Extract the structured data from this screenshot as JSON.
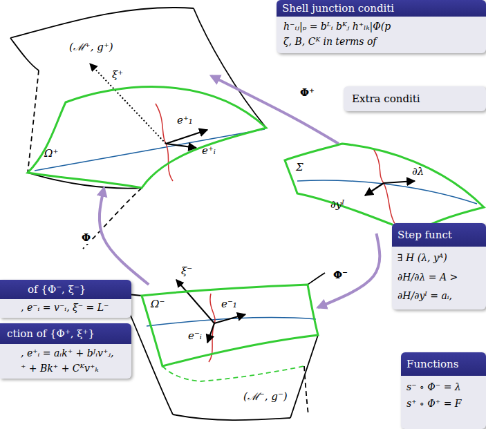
{
  "diagram": {
    "nodes": [
      {
        "text": [
          "Shell junction conditi",
          "h⁻ᵢⱼ|ₚ = bᴸᵢ bᴷⱼ h⁺ₗₖ|Φ(p",
          "ζ, B, Cᴷ in terms of"
        ]
      },
      {
        "text": [
          "Ω⁺",
          "e⁺₁",
          "e⁺ᵢ"
        ]
      },
      {
        "text": [
          "Extra conditi"
        ]
      },
      {
        "text": [
          "Σ",
          "∂λ",
          "∂yᴵ"
        ]
      },
      {
        "text": [
          "Step funct",
          "∃ H (λ, yᴬ)",
          "∂H/∂λ = A >",
          "∂H/∂yᴵ = aᵢ,"
        ]
      },
      {
        "text": [
          "of {Φ⁻, ξ⁻}",
          ", e⁻ᵢ = v⁻ᵢ, ξ⁻ = L⁻"
        ]
      },
      {
        "text": [
          "Ω⁻",
          "e⁻₁",
          "e⁻ᵢ"
        ]
      },
      {
        "text": [
          "ction of {Φ⁺, ξ⁺}",
          ", e⁺ᵢ = aᵢk⁺ + bᴶᵢv⁺ⱼ,",
          "⁺ + Bk⁺ + Cᴷv⁺ₖ"
        ]
      },
      {
        "text": [
          "Functions",
          "s⁻ ∘ Φ⁻ = λ",
          "s⁺ ∘ Φ⁺ = F"
        ]
      }
    ],
    "edges": [
      {
        "from": 3,
        "to": 1,
        "label": "Φ⁺",
        "arrow": "to"
      },
      {
        "from": 3,
        "to": 6,
        "label": "Φ⁻",
        "arrow": "to"
      },
      {
        "from": 6,
        "to": 1,
        "label": "Φ",
        "arrow": "to"
      }
    ],
    "labels": [
      "(ℳ⁺, g⁺)",
      "ξ⁺",
      "ξ⁻",
      "(ℳ⁻, g⁻)"
    ]
  }
}
